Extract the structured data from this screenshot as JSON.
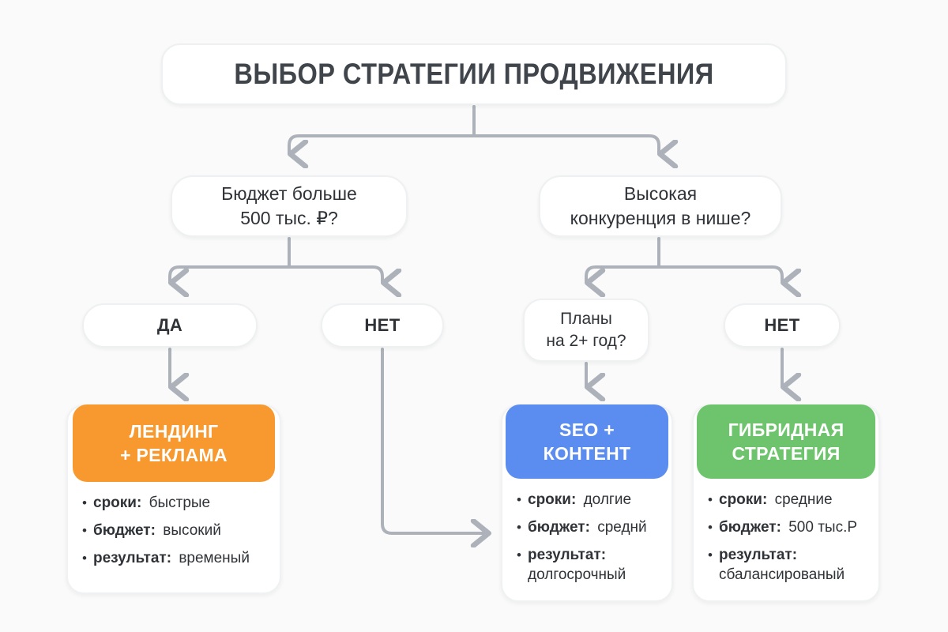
{
  "diagram": {
    "title": "ВЫБОР СТРАТЕГИИ ПРОДВИЖЕНИЯ",
    "background_color": "#FAFAFA",
    "connector_color": "#ADB2BA"
  },
  "decisions": {
    "budget": {
      "line1": "Бюджет больше",
      "line2": "500 тыс. ₽?"
    },
    "competition": {
      "line1": "Высокая",
      "line2": "конкуренция в нише?"
    },
    "plans": {
      "line1": "Планы",
      "line2": "на 2+ год?"
    }
  },
  "answers": {
    "yes": "ДА",
    "no_left": "НЕТ",
    "no_right": "НЕТ"
  },
  "results": [
    {
      "id": "landing",
      "head_line1": "ЛЕНДИНГ",
      "head_line2": "+ РЕКЛАМА",
      "color": "#F7992E",
      "details": [
        {
          "label": "сроки:",
          "value": "быстрые"
        },
        {
          "label": "бюджет:",
          "value": "высокий"
        },
        {
          "label": "результат:",
          "value": "временый"
        }
      ]
    },
    {
      "id": "seo",
      "head_line1": "SEO +",
      "head_line2": "КОНТЕНТ",
      "color": "#5B8CF0",
      "details": [
        {
          "label": "сроки:",
          "value": "долгие"
        },
        {
          "label": "бюджет:",
          "value": "среднй"
        },
        {
          "label": "результат:",
          "value": "долгосрочный"
        }
      ]
    },
    {
      "id": "hybrid",
      "head_line1": "ГИБРИДНАЯ",
      "head_line2": "СТРАТЕГИЯ",
      "color": "#6DC46D",
      "details": [
        {
          "label": "сроки:",
          "value": "средние"
        },
        {
          "label": "бюджет:",
          "value": "500 тыс.Р"
        },
        {
          "label": "результат:",
          "value": "сбалансированый"
        }
      ]
    }
  ],
  "bullet_glyph": "•"
}
